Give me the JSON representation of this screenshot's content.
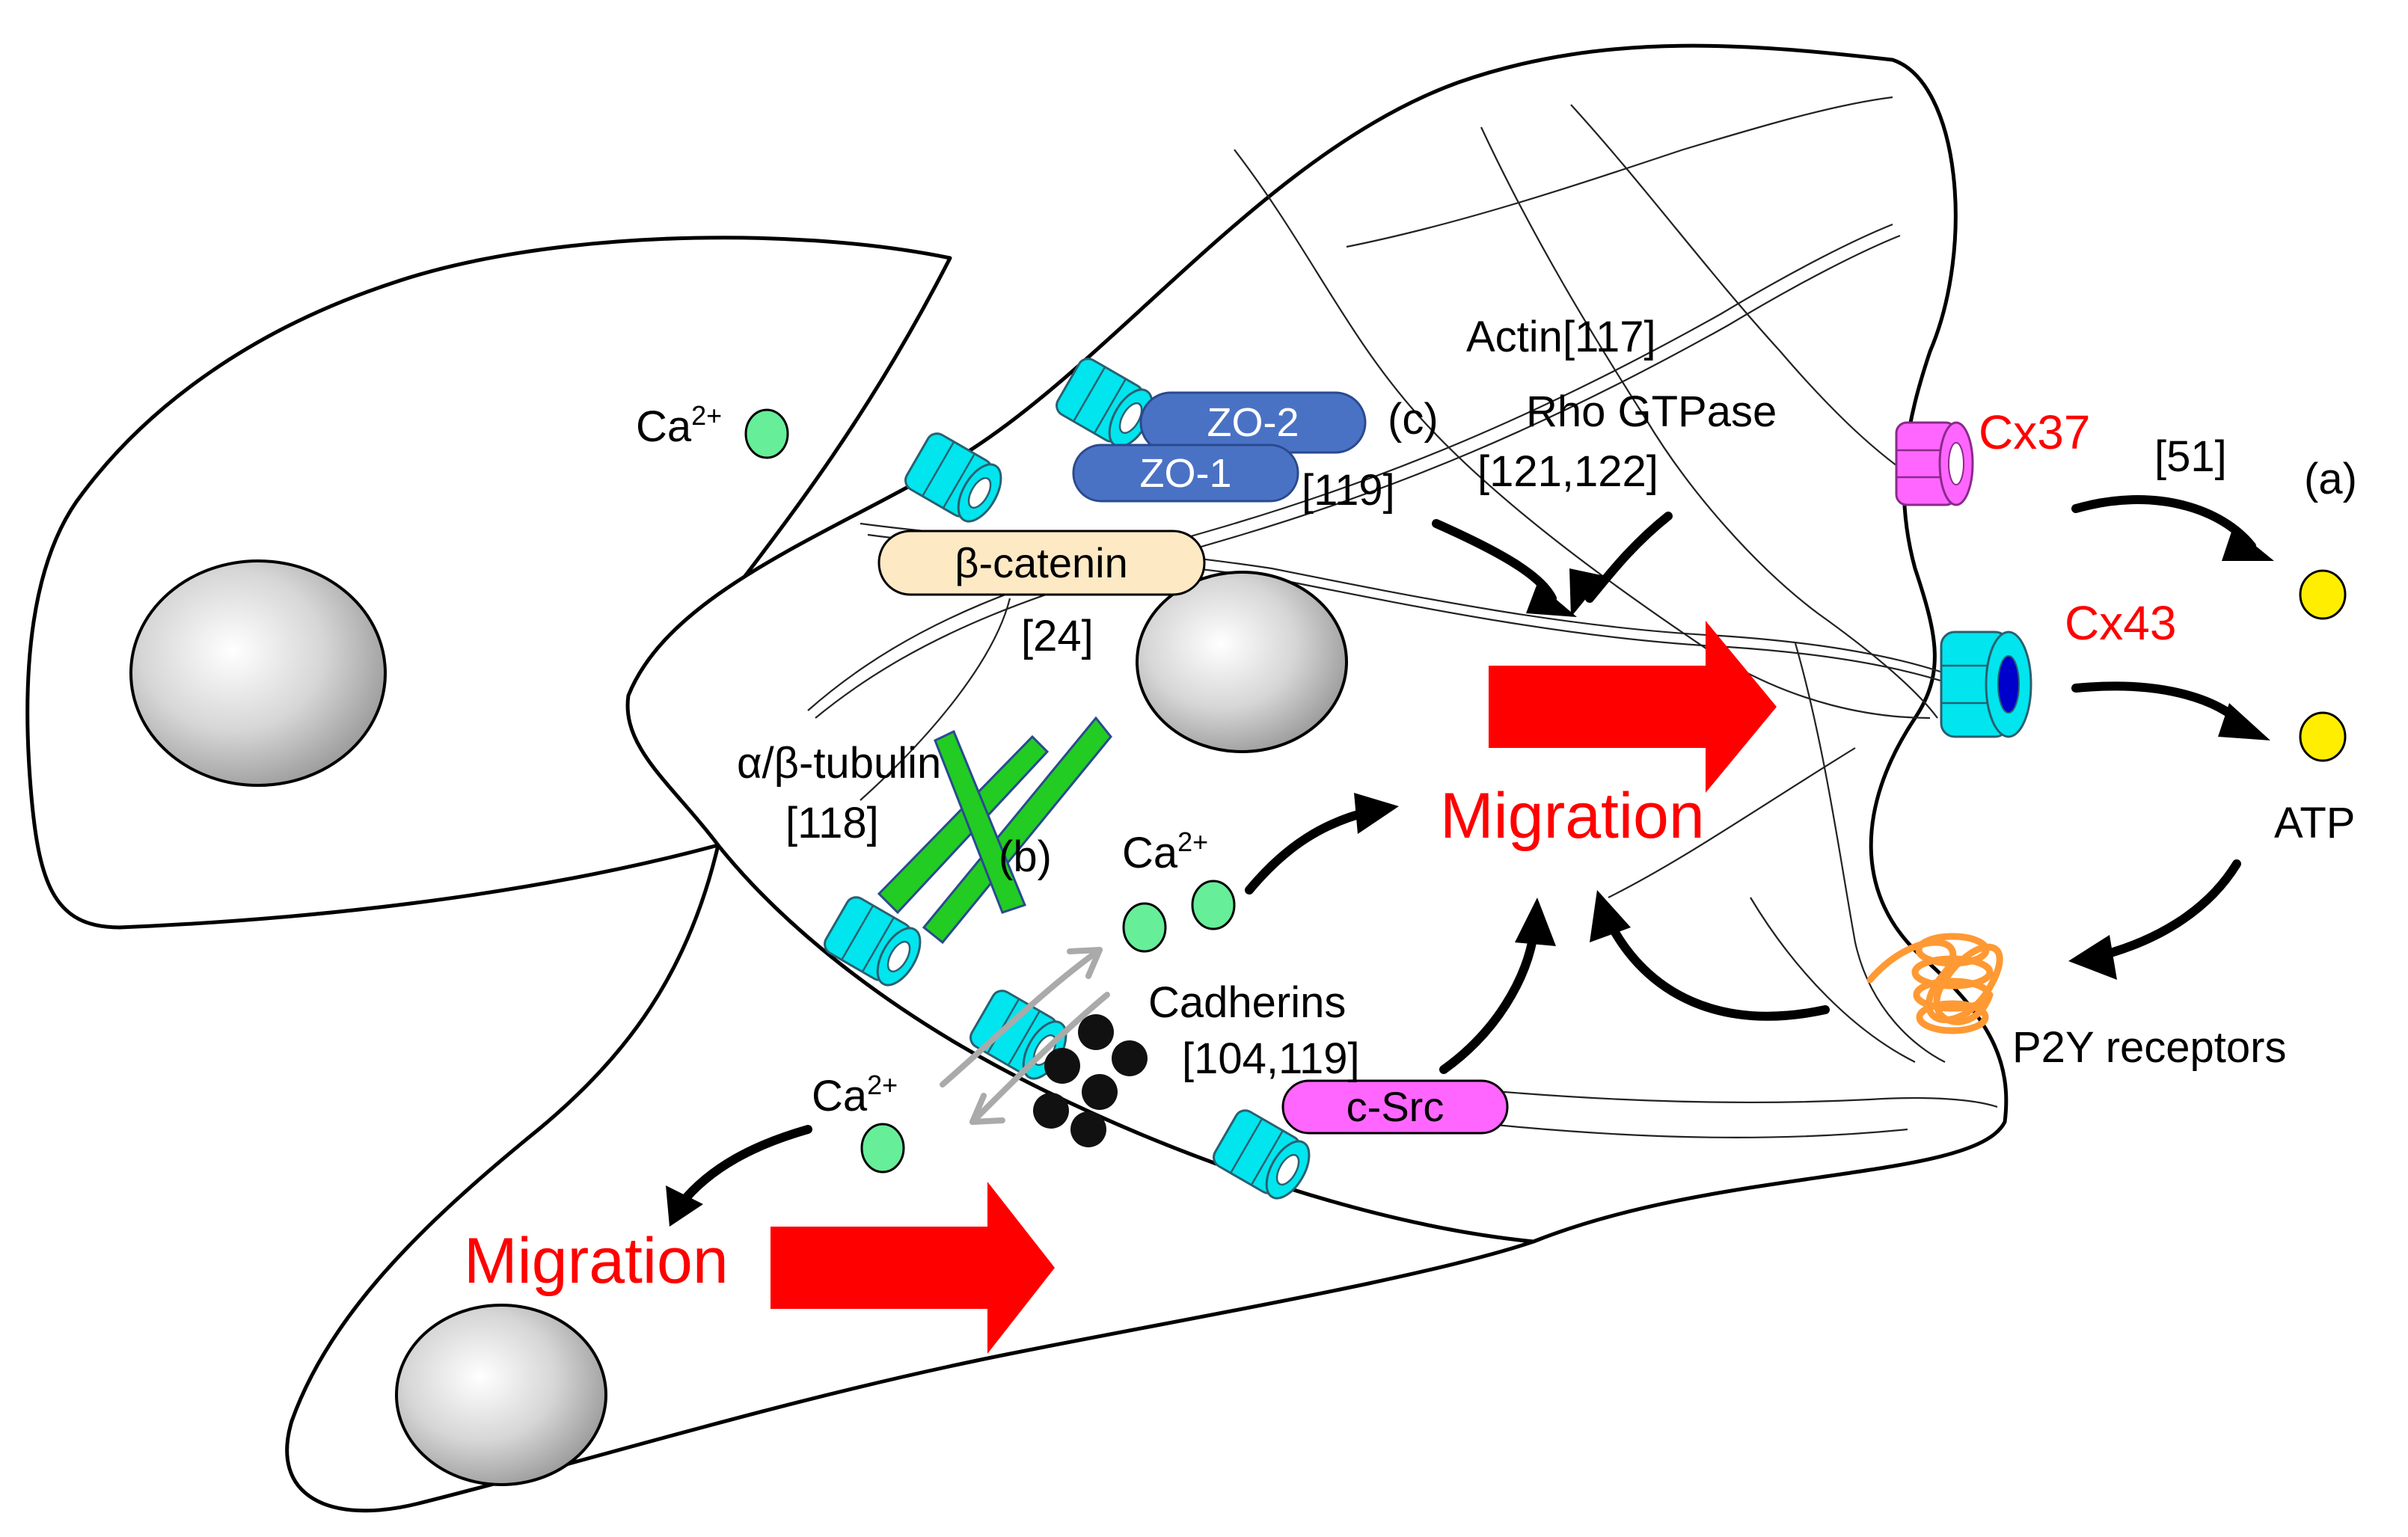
{
  "labels": {
    "actin": "Actin[117]",
    "zo2": "ZO-2",
    "zo1": "ZO-1",
    "c_marker": "(c)",
    "ref_119_top": "[119]",
    "rho_gtpase": "Rho GTPase",
    "ref_121_122": "[121,122]",
    "cx37": "Cx37",
    "ref_51": "[51]",
    "a_marker": "(a)",
    "cx43": "Cx43",
    "atp": "ATP",
    "beta_catenin": "β-catenin",
    "ref_24": "[24]",
    "tubulin": "α/β-tubulin",
    "ref_118": "[118]",
    "b_marker": "(b)",
    "ca_base": "Ca",
    "ca_sup": "2+",
    "migration_center": "Migration",
    "migration_lower": "Migration",
    "cadherins": "Cadherins",
    "ref_104_119": "[104,119]",
    "c_src": "c-Src",
    "p2y": "P2Y receptors"
  },
  "colors": {
    "connexon": "#00e5ee",
    "cx37_channel": "#ff66ff",
    "zo_proteins": "#4a72c4",
    "beta_catenin_fill": "#fde9c4",
    "c_src_fill": "#ff66ff",
    "calcium": "#66ee99",
    "atp": "#ffee00",
    "tubulin": "#22cc22",
    "migration_arrow": "#ff0000",
    "migration_text": "#ff0000",
    "p2y_receptor": "#ff9933",
    "cadherin": "#111111",
    "nucleus": "#bbbbbb"
  },
  "icons": [
    "connexon-icon",
    "calcium-ion-icon",
    "atp-molecule-icon",
    "nucleus-icon",
    "p2y-receptor-icon",
    "cadherin-cluster-icon",
    "tubulin-filament-icon"
  ]
}
